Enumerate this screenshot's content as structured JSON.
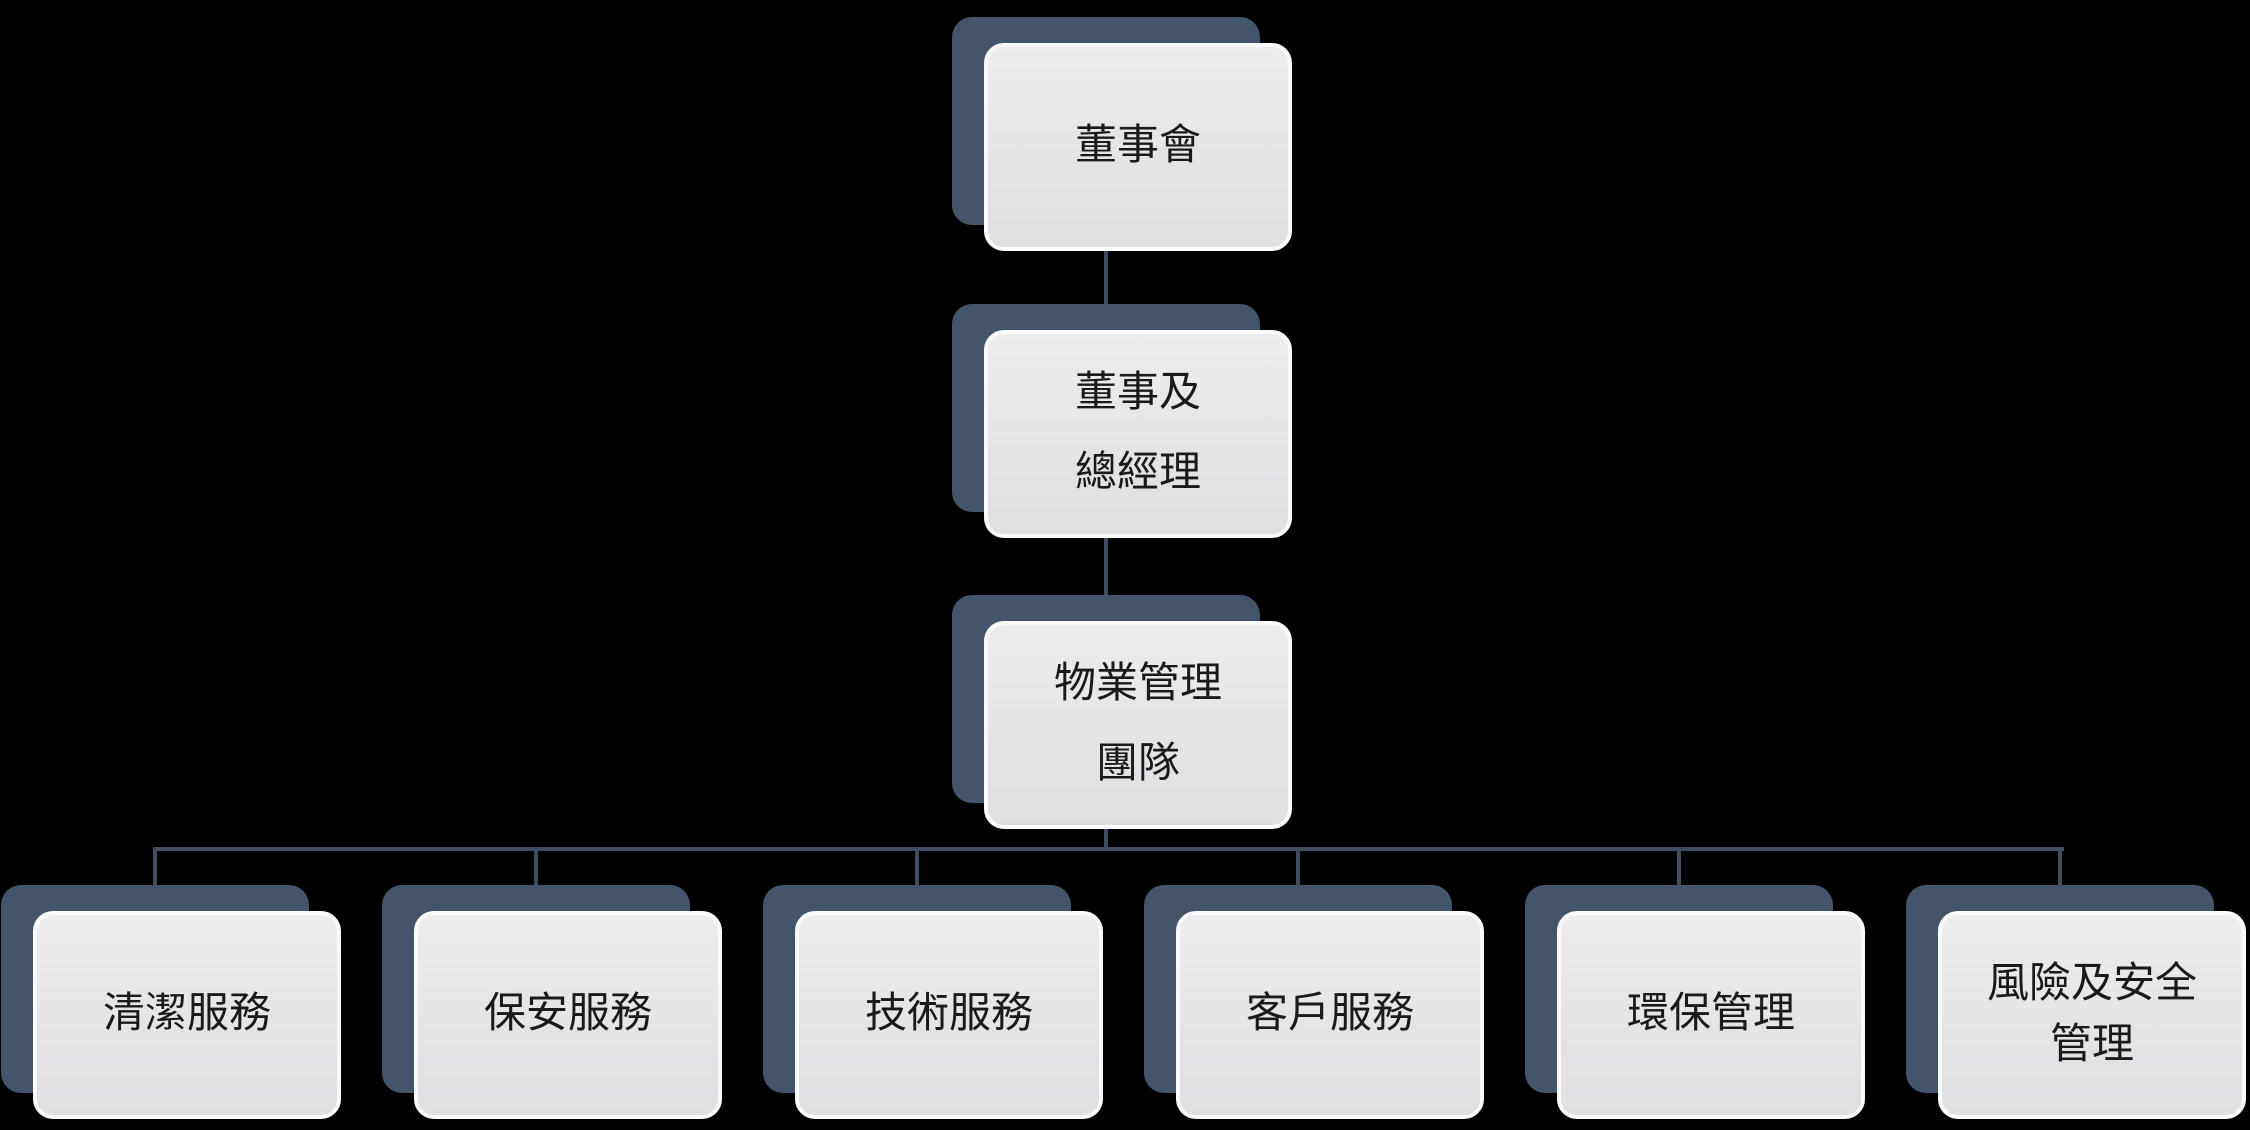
{
  "diagram": {
    "type": "org-chart",
    "background": "#000000",
    "colors": {
      "box_fill": "#e6e6e8",
      "box_border": "#fafafa",
      "box_shadow": "#44546a",
      "connector": "#3e4d61",
      "text": "#1a1a1a"
    },
    "nodes": {
      "board": {
        "label": "董事會"
      },
      "director_gm": {
        "label": "董事及\n總經理"
      },
      "pm_team": {
        "label": "物業管理\n團隊"
      },
      "children": [
        {
          "label": "清潔服務"
        },
        {
          "label": "保安服務"
        },
        {
          "label": "技術服務"
        },
        {
          "label": "客戶服務"
        },
        {
          "label": "環保管理"
        },
        {
          "label": "風險及安全\n管理"
        }
      ]
    }
  }
}
